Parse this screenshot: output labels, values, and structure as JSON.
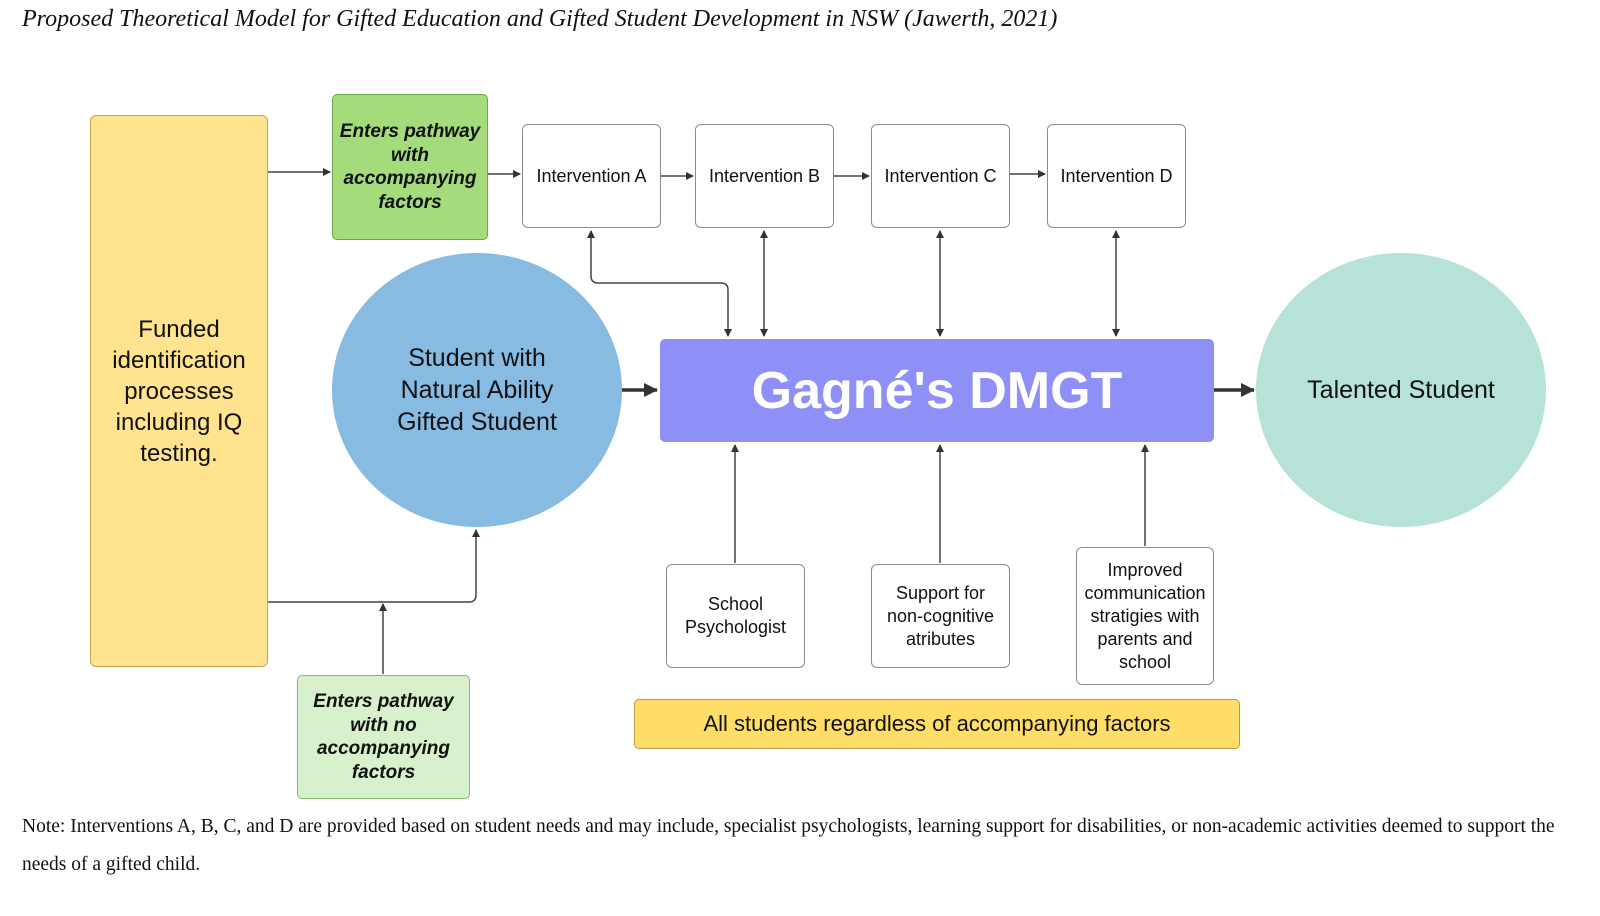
{
  "title": "Proposed Theoretical Model for Gifted Education and Gifted Student Development in NSW (Jawerth, 2021)",
  "nodes": {
    "funded": "Funded\nidentification\nprocesses\nincluding IQ\ntesting.",
    "pathway_with": "Enters pathway\nwith\naccompanying\nfactors",
    "pathway_without": "Enters pathway\nwith no\naccompanying\nfactors",
    "intervention_a": "Intervention A",
    "intervention_b": "Intervention B",
    "intervention_c": "Intervention C",
    "intervention_d": "Intervention D",
    "student": "Student with\nNatural Ability\nGifted Student",
    "dmgt": "Gagné's DMGT",
    "talented": "Talented Student",
    "psychologist": "School\nPsychologist",
    "support": "Support for\nnon-cognitive\natributes",
    "communication": "Improved\ncommunication\nstratigies with\nparents and\nschool",
    "all_students": "All students regardless of accompanying factors"
  },
  "note": "Note: Interventions A, B, C, and D are provided based on student needs and may include, specialist psychologists, learning support for disabilities, or non-academic activities deemed to support the needs of a gifted child.",
  "colors": {
    "funded": "#ffe38f",
    "pathway_with": "#a4dc7c",
    "pathway_without": "#d9f0cc",
    "student": "#88bbe2",
    "dmgt": "#8f8ff8",
    "talented": "#b6e2d8",
    "all_students": "#ffdd66"
  }
}
